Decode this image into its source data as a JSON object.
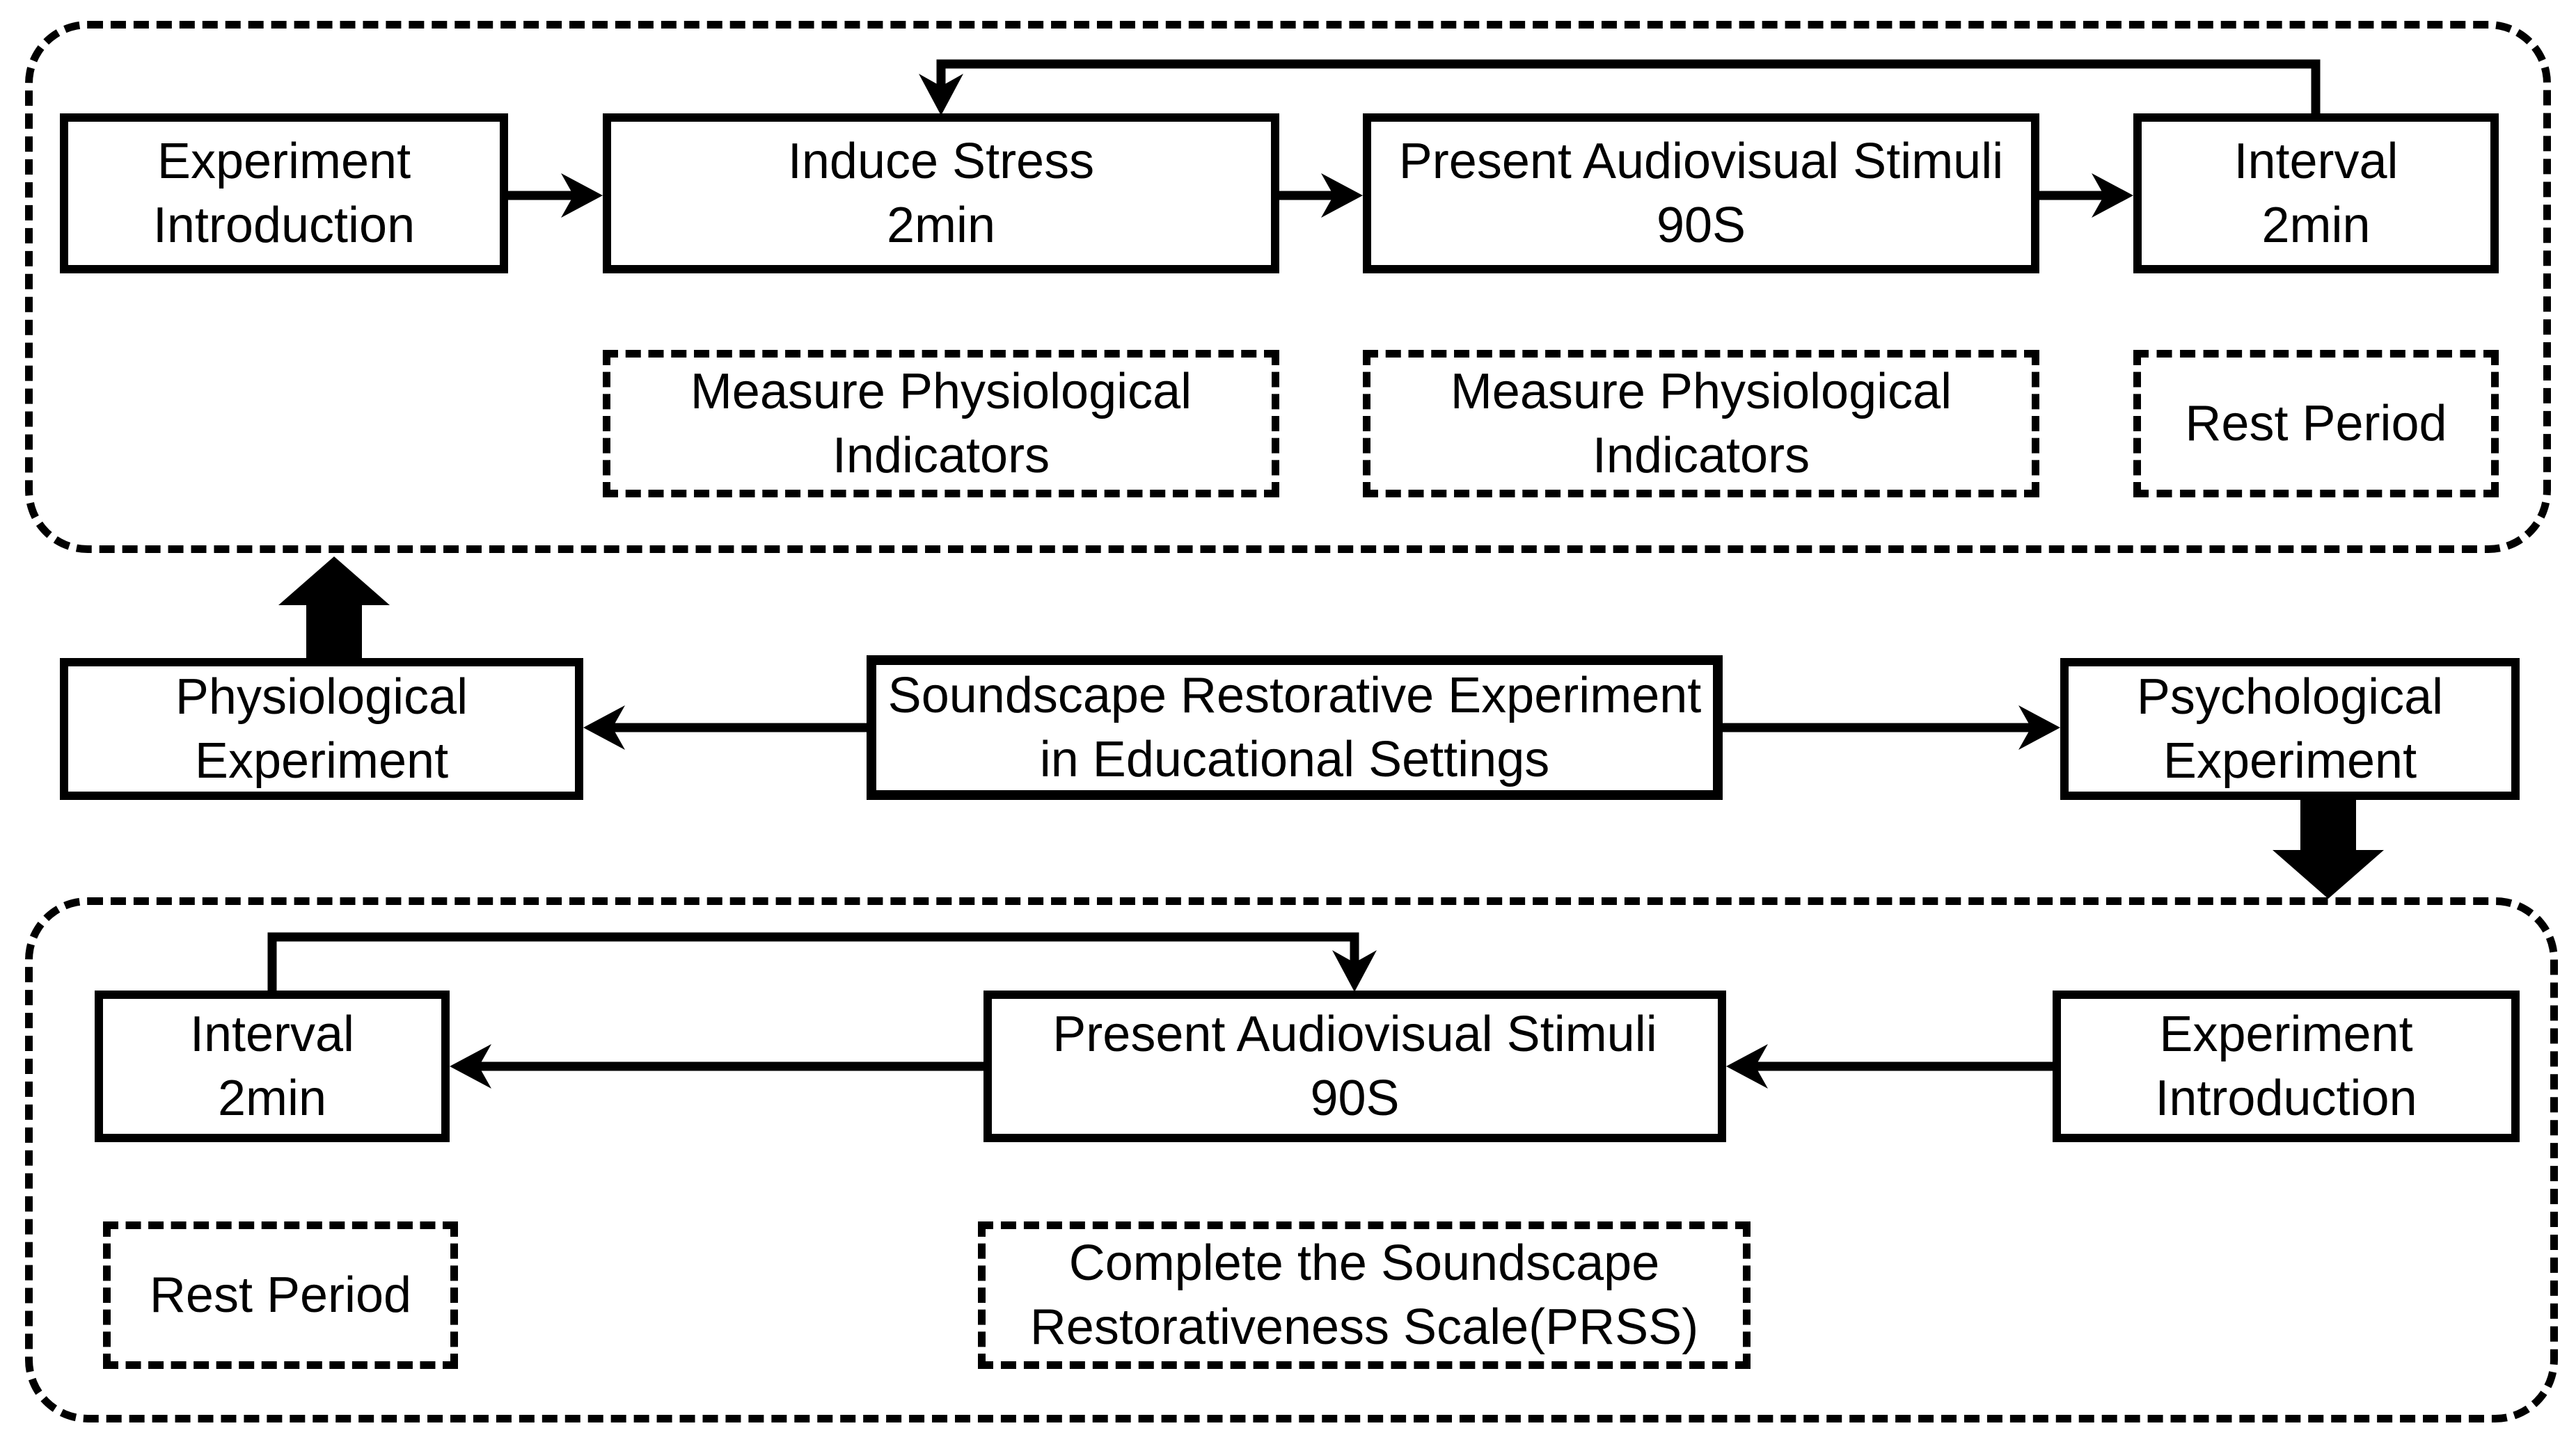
{
  "palette": {
    "ink": "#000000",
    "paper": "#ffffff"
  },
  "center_node": {
    "line1": "Soundscape Restorative Experiment",
    "line2": "in Educational Settings"
  },
  "branch_nodes": {
    "physiological": {
      "line1": "Physiological",
      "line2": "Experiment"
    },
    "psychological": {
      "line1": "Psychological",
      "line2": "Experiment"
    }
  },
  "physiological_track": {
    "steps": [
      {
        "line1": "Experiment",
        "line2": "Introduction"
      },
      {
        "line1": "Induce Stress",
        "line2": "2min"
      },
      {
        "line1": "Present Audiovisual Stimuli",
        "line2": "90S"
      },
      {
        "line1": "Interval",
        "line2": "2min"
      }
    ],
    "annotations": [
      {
        "line1": "Measure Physiological",
        "line2": "Indicators"
      },
      {
        "line1": "Measure Physiological",
        "line2": "Indicators"
      },
      {
        "line1": "Rest Period",
        "line2": ""
      }
    ]
  },
  "psychological_track": {
    "steps": [
      {
        "line1": "Interval",
        "line2": "2min"
      },
      {
        "line1": "Present Audiovisual Stimuli",
        "line2": "90S"
      },
      {
        "line1": "Experiment",
        "line2": "Introduction"
      }
    ],
    "annotations": [
      {
        "line1": "Rest Period",
        "line2": ""
      },
      {
        "line1": "Complete the Soundscape",
        "line2": "Restorativeness Scale(PRSS)"
      }
    ]
  }
}
